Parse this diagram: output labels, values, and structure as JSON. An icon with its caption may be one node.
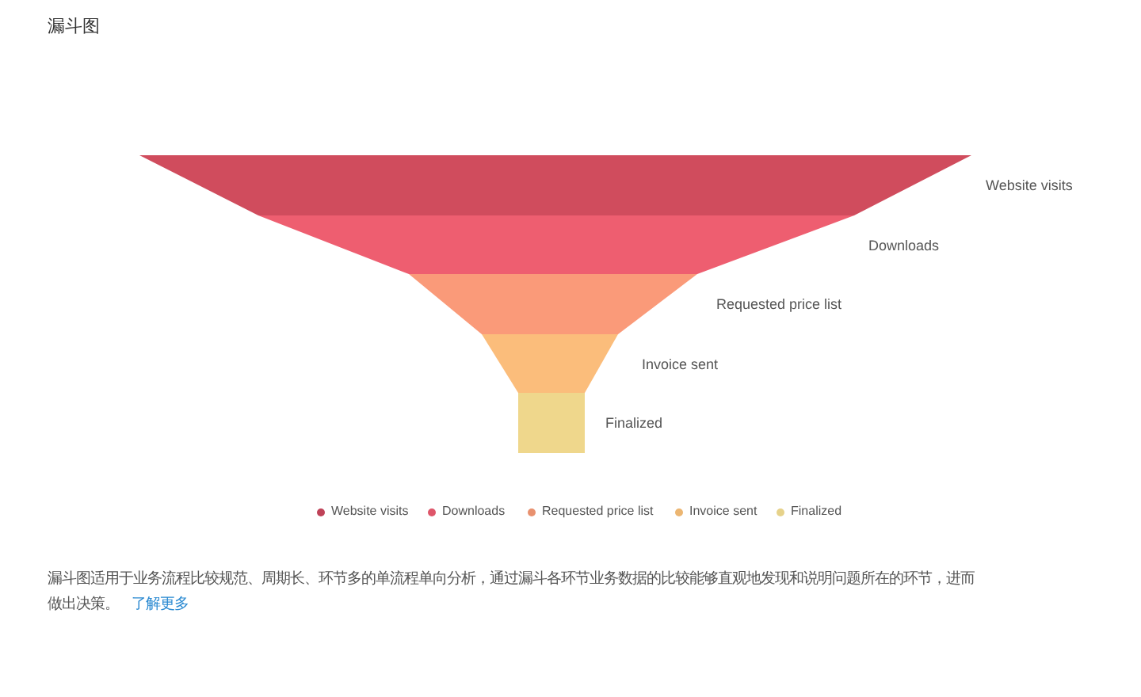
{
  "diagram": {
    "title": "漏斗图",
    "caption": "漏斗图适用于业务流程比较规范、周期长、环节多的单流程单向分析，通过漏斗各环节业务数据的比较能够直观地发现和说明问题所在的环节，进而做出决策。",
    "nodes": [
      {
        "text": [],
        "shape": "trapezoid",
        "beside": [
          "Website visits"
        ]
      },
      {
        "text": [],
        "shape": "trapezoid",
        "beside": [
          "Downloads"
        ]
      },
      {
        "text": [],
        "shape": "trapezoid",
        "beside": [
          "Requested price list"
        ]
      },
      {
        "text": [],
        "shape": "trapezoid",
        "beside": [
          "Invoice sent"
        ]
      },
      {
        "text": [],
        "shape": "box",
        "beside": [
          "Finalized"
        ]
      }
    ],
    "labels": [
      "了解更多"
    ],
    "legend": [
      {
        "text": "Website visits",
        "color": "#bf4258"
      },
      {
        "text": "Downloads",
        "color": "#de566a"
      },
      {
        "text": "Requested price list",
        "color": "#e8916f"
      },
      {
        "text": "Invoice sent",
        "color": "#ecb672"
      },
      {
        "text": "Finalized",
        "color": "#e6d28a"
      }
    ]
  }
}
